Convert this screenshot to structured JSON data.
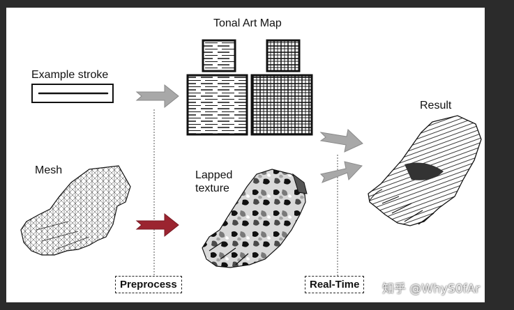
{
  "title": "Tonal Art Map",
  "labels": {
    "example_stroke": "Example stroke",
    "mesh": "Mesh",
    "lapped_texture_line1": "Lapped",
    "lapped_texture_line2": "texture",
    "result": "Result",
    "preprocess": "Preprocess",
    "real_time": "Real-Time"
  },
  "watermark": "知乎 @WhyS0fAr",
  "colors": {
    "panel_bg": "#ffffff",
    "frame_bg": "#2b2b2b",
    "arrow_gray": "#a8a8a8",
    "arrow_red": "#9b2430",
    "ink": "#111111"
  },
  "icons": [
    "stroke-sample",
    "tam-light-texture",
    "tam-dark-texture",
    "mesh-hand",
    "lapped-texture-hand",
    "result-hand"
  ]
}
